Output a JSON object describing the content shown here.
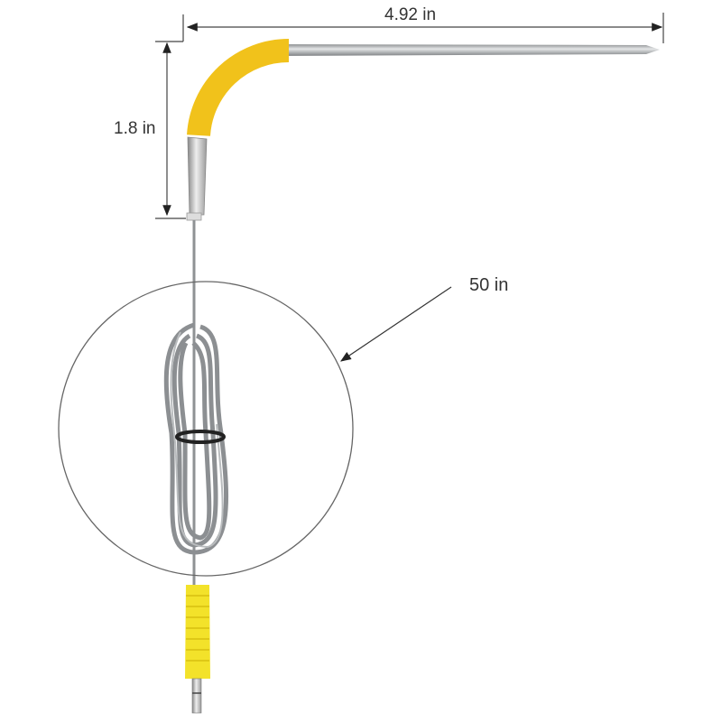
{
  "diagram": {
    "length_label": "4.92 in",
    "height_label": "1.8 in",
    "cable_label": "50 in",
    "colors": {
      "yellow": "#f1c21b",
      "steel": "#a9acae",
      "line": "#333333"
    }
  }
}
